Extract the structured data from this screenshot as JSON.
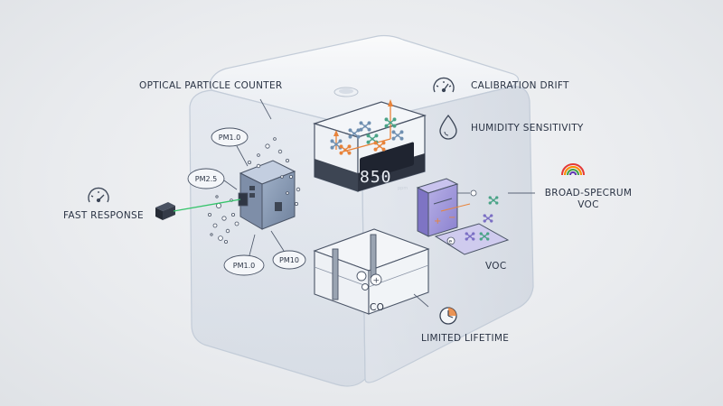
{
  "labels": {
    "optical_particle_counter": "OPTICAL PARTICLE COUNTER",
    "fast_response": "FAST RESPONSE",
    "calibration_drift": "CALIBRATION DRIFT",
    "humidity_sensitivity": "HUMIDITY SENSITIVITY",
    "broad_spectrum_line1": "BROAD-SPECRUM",
    "broad_spectrum_line2": "VOC",
    "voc": "VOC",
    "co": "CO",
    "limited_lifetime": "LIMITED LIFETIME"
  },
  "bubbles": {
    "pm1_top": "PM1.0",
    "pm25": "PM2.5",
    "pm1_bottom": "PM1.0",
    "pm10": "PM10"
  },
  "display": {
    "value": "850",
    "unit": "ppm"
  },
  "ions": {
    "plus": "+",
    "minus": "−",
    "electron": "e"
  },
  "colors": {
    "ink": "#3b4556",
    "laser": "#35c46a",
    "orange": "#e8833a",
    "purple": "#7b6fc4",
    "teal": "#4aa387",
    "enclosure": "#cfd7e3"
  }
}
